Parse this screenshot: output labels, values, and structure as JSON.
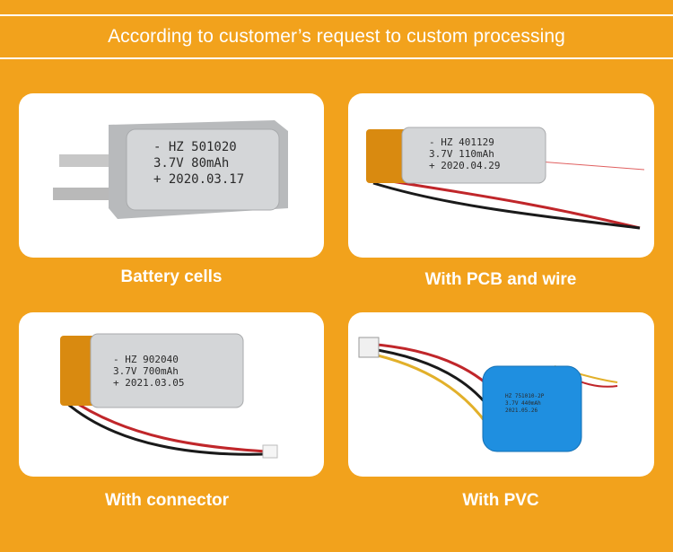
{
  "banner": {
    "title": "According to customer’s request to custom processing"
  },
  "products": [
    {
      "caption": "Battery cells",
      "label": [
        "- HZ 501020",
        "3.7V 80mAh",
        "+ 2020.03.17"
      ]
    },
    {
      "caption": "With PCB and wire",
      "label": [
        "- HZ 401129",
        "3.7V 110mAh",
        "+ 2020.04.29"
      ]
    },
    {
      "caption": "With connector",
      "label": [
        "- HZ 902040",
        "3.7V 700mAh",
        "+ 2021.03.05"
      ]
    },
    {
      "caption": "With PVC",
      "label": [
        "HZ 751010-2P",
        "3.7V 440mAh",
        "2021.05.26"
      ]
    }
  ],
  "colors": {
    "background": "#f2a21c",
    "card": "#ffffff",
    "cell_silver": "#c9cbcd",
    "pvc_blue": "#1f8fe0"
  }
}
